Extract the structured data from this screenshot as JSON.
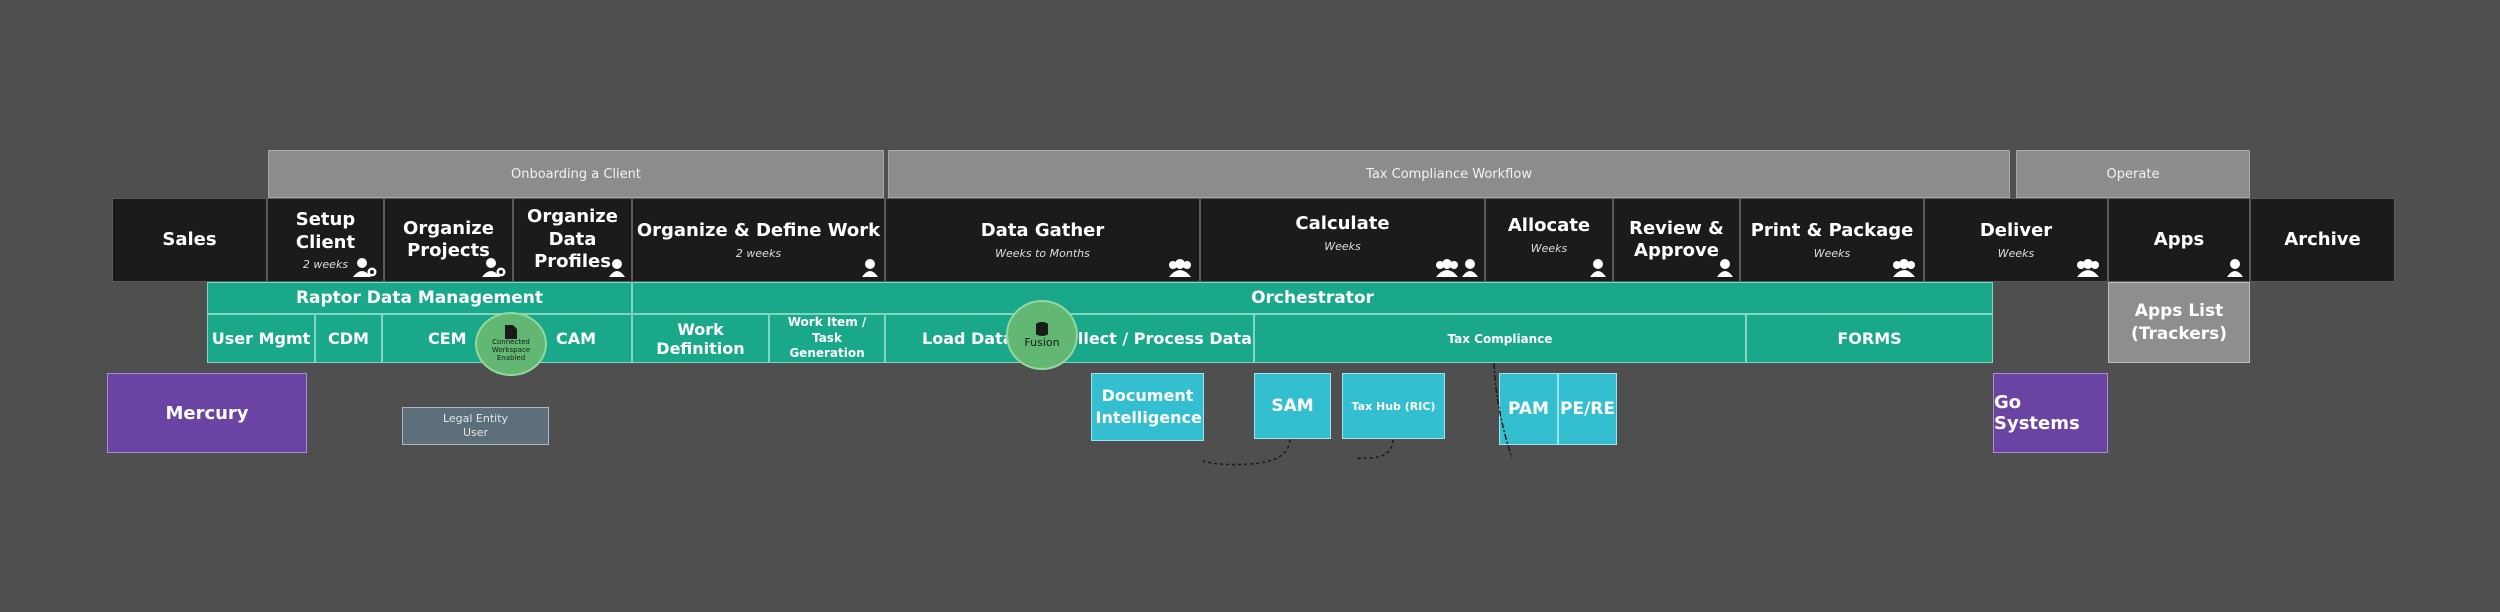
{
  "phases": {
    "onboarding": "Onboarding a Client",
    "tax_compliance": "Tax Compliance Workflow",
    "operate": "Operate"
  },
  "stages": {
    "sales": "Sales",
    "setup_client": "Setup Client",
    "setup_client_sub": "2 weeks",
    "organize_projects": "Organize Projects",
    "organize_data_profiles": "Organize Data Profiles",
    "organize_define_work": "Organize & Define Work",
    "organize_define_work_sub": "2 weeks",
    "data_gather": "Data Gather",
    "data_gather_sub": "Weeks to Months",
    "calculate": "Calculate",
    "calculate_sub": "Weeks",
    "allocate": "Allocate",
    "allocate_sub": "Weeks",
    "review_approve": "Review & Approve",
    "print_package": "Print & Package",
    "print_package_sub": "Weeks",
    "deliver": "Deliver",
    "deliver_sub": "Weeks",
    "apps": "Apps",
    "archive": "Archive"
  },
  "platforms": {
    "raptor": "Raptor Data Management",
    "orchestrator": "Orchestrator",
    "user_mgmt": "User Mgmt",
    "cdm": "CDM",
    "cem": "CEM",
    "cam": "CAM",
    "work_definition": "Work Definition",
    "work_item": "Work Item / Task Generation",
    "load_data": "Load Data",
    "collect_process": "Collect / Process Data",
    "tax_compliance": "Tax Compliance",
    "forms": "FORMS",
    "apps_list": "Apps List (Trackers)"
  },
  "services": {
    "mercury": "Mercury",
    "legal_entity": "Legal Entity User",
    "document_intelligence": "Document Intelligence",
    "sam": "SAM",
    "tax_hub": "Tax Hub (RIC)",
    "pam": "PAM",
    "pe_re": "PE/RE",
    "go_systems": "Go Systems"
  },
  "badges": {
    "connected": "Connected Workspace Enabled",
    "fusion": "Fusion"
  },
  "icons": {
    "single_user": "user-icon",
    "group_users": "users-icon",
    "user_settings": "user-gear-icon",
    "document": "document-icon",
    "database": "database-icon"
  },
  "colors": {
    "background": "#4f4f4f",
    "phase": "#8c8c8c",
    "stage": "#1b1b1b",
    "platform": "#1aa88a",
    "service": "#33bfcf",
    "external": "#6b43a2",
    "badge": "#62b872"
  }
}
